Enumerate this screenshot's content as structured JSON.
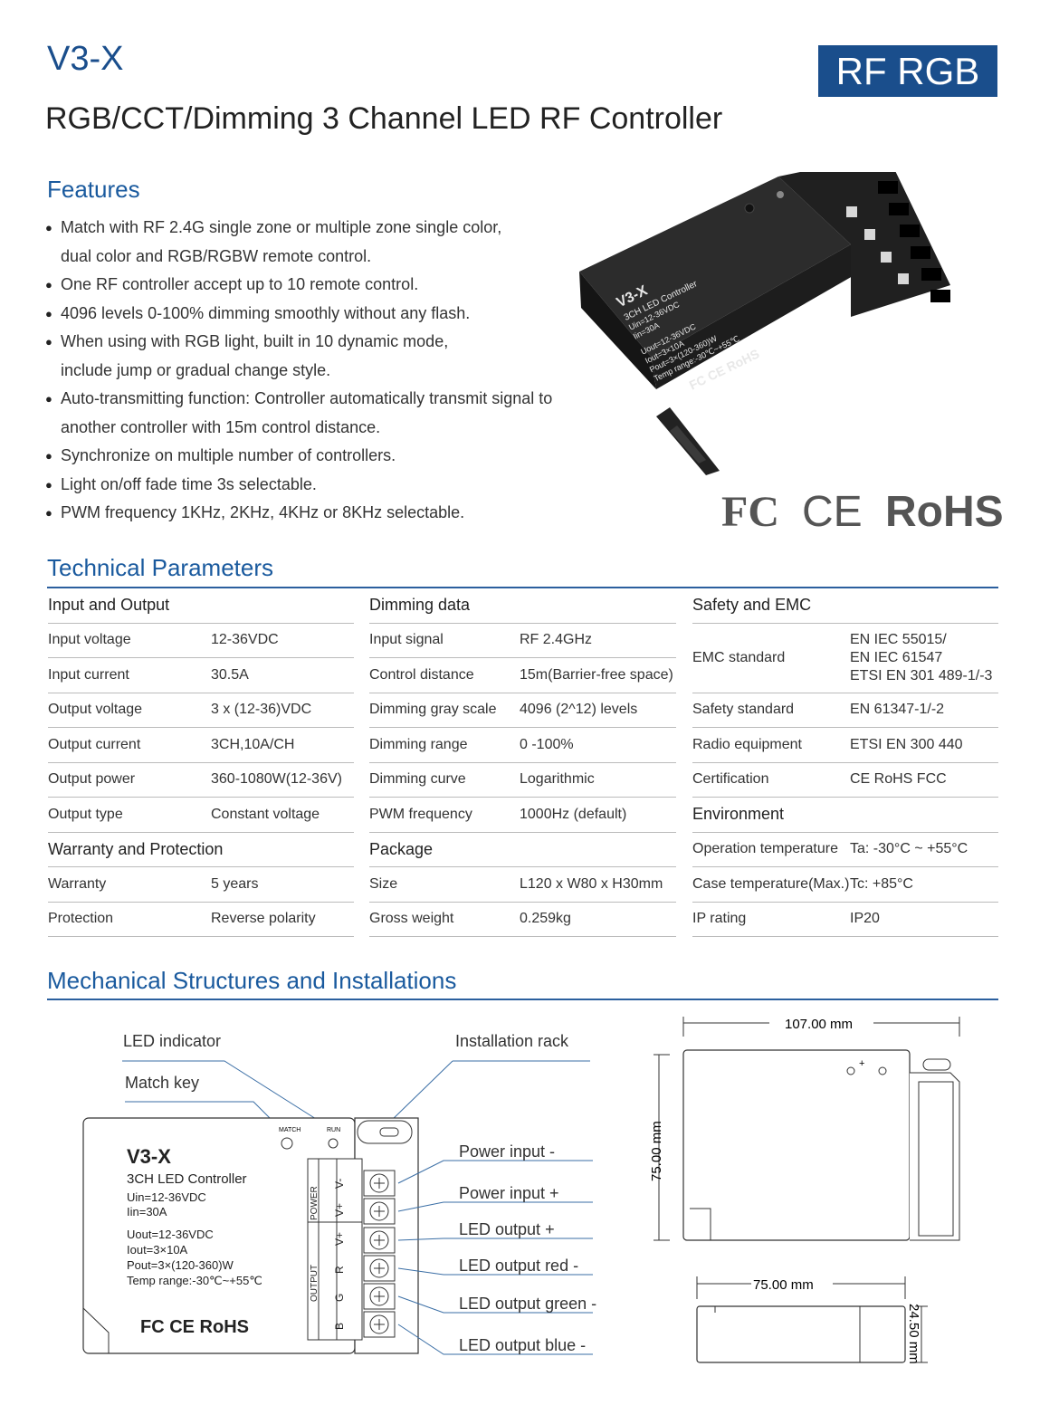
{
  "header": {
    "model": "V3-X",
    "badge": "RF RGB",
    "subtitle": "RGB/CCT/Dimming 3 Channel LED RF Controller"
  },
  "features": {
    "heading": "Features",
    "items": [
      [
        "Match with RF 2.4G single zone or multiple zone single color,",
        "dual color and RGB/RGBW remote control."
      ],
      [
        "One RF controller accept up to 10 remote control."
      ],
      [
        "4096 levels 0-100% dimming smoothly without any flash."
      ],
      [
        "When using with RGB light, built in 10 dynamic mode,",
        "include jump or gradual change style."
      ],
      [
        "Auto-transmitting function: Controller automatically transmit signal to",
        "another controller with 15m control distance."
      ],
      [
        "Synchronize on multiple number of controllers."
      ],
      [
        "Light on/off fade time 3s selectable."
      ],
      [
        "PWM frequency 1KHz, 2KHz, 4KHz or 8KHz selectable."
      ]
    ]
  },
  "product": {
    "model": "V3-X",
    "line1": "3CH LED Controller",
    "line2": "Uin=12-36VDC",
    "line3": "Iin=30A",
    "line4": "Uout=12-36VDC",
    "line5": "Iout=3×10A",
    "line6": "Pout=3×(120-360)W",
    "line7": "Temp range:-30℃~+55℃",
    "certs": "FC  CE  RoHS",
    "match": "MATCH",
    "run": "RUN",
    "power": "POWER",
    "output": "OUTPUT",
    "terminals": [
      "V-",
      "V+",
      "V+",
      "R",
      "G",
      "B"
    ]
  },
  "certs": {
    "fc": "FC",
    "ce": "CE",
    "rohs": "RoHS"
  },
  "tech": {
    "heading": "Technical Parameters",
    "col1": {
      "head": "Input and Output",
      "rows": [
        [
          "Input voltage",
          "12-36VDC"
        ],
        [
          "Input current",
          "30.5A"
        ],
        [
          "Output voltage",
          "3 x (12-36)VDC"
        ],
        [
          "Output current",
          "3CH,10A/CH"
        ],
        [
          "Output power",
          "360-1080W(12-36V)"
        ],
        [
          "Output type",
          "Constant voltage"
        ]
      ],
      "head2": "Warranty and Protection",
      "rows2": [
        [
          "Warranty",
          "5 years"
        ],
        [
          "Protection",
          "Reverse polarity"
        ]
      ]
    },
    "col2": {
      "head": "Dimming data",
      "rows": [
        [
          "Input signal",
          "RF 2.4GHz"
        ],
        [
          "Control distance",
          "15m(Barrier-free space)"
        ],
        [
          "Dimming gray scale",
          "4096 (2^12) levels"
        ],
        [
          "Dimming range",
          "0 -100%"
        ],
        [
          "Dimming curve",
          "Logarithmic"
        ],
        [
          "PWM frequency",
          "1000Hz (default)"
        ]
      ],
      "head2": "Package",
      "rows2": [
        [
          "Size",
          "L120 x W80 x H30mm"
        ],
        [
          "Gross weight",
          "0.259kg"
        ]
      ]
    },
    "col3": {
      "head": "Safety and EMC",
      "emc_key": "EMC standard",
      "emc_vals": [
        "EN IEC 55015/",
        "EN IEC 61547",
        "ETSI EN 301 489-1/-3"
      ],
      "rows": [
        [
          "Safety standard",
          "EN 61347-1/-2"
        ],
        [
          "Radio equipment",
          "ETSI EN 300 440"
        ],
        [
          "Certification",
          "CE RoHS FCC"
        ]
      ],
      "head2": "Environment",
      "rows2": [
        [
          "Operation temperature",
          "Ta: -30°C ~ +55°C"
        ],
        [
          "Case temperature(Max.)",
          "Tc: +85°C"
        ],
        [
          "IP rating",
          "IP20"
        ]
      ]
    }
  },
  "mech": {
    "heading": "Mechanical Structures and Installations",
    "led_indicator": "LED indicator",
    "match_key": "Match key",
    "installation_rack": "Installation rack",
    "labels": [
      "Power input -",
      "Power input +",
      "LED output +",
      "LED output red -",
      "LED output green -",
      "LED output blue -"
    ],
    "dim_width": "107.00 mm",
    "dim_height": "75.00 mm",
    "dim_side_width": "75.00 mm",
    "dim_side_height": "24.50 mm"
  }
}
